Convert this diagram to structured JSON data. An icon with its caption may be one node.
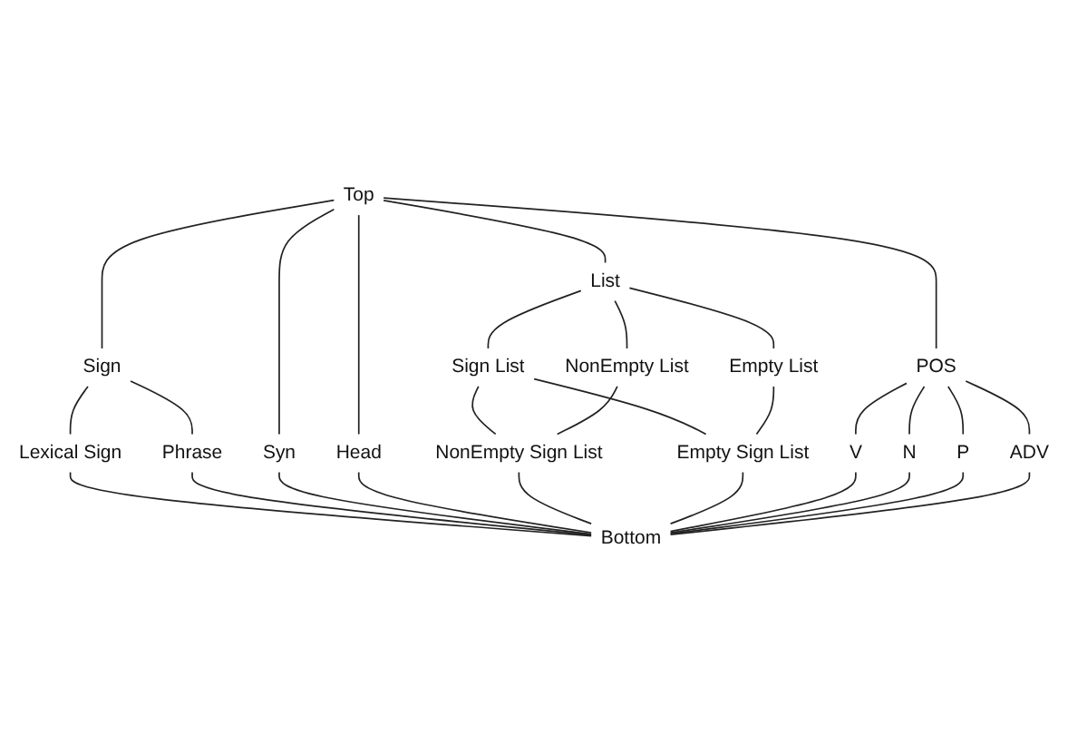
{
  "diagram": {
    "nodes": [
      {
        "text": [
          "Top"
        ]
      },
      {
        "text": [
          "Sign"
        ]
      },
      {
        "text": [
          "Syn"
        ]
      },
      {
        "text": [
          "Head"
        ]
      },
      {
        "text": [
          "List"
        ]
      },
      {
        "text": [
          "POS"
        ]
      },
      {
        "text": [
          "Lexical Sign"
        ]
      },
      {
        "text": [
          "Phrase"
        ]
      },
      {
        "text": [
          "Sign List"
        ]
      },
      {
        "text": [
          "NonEmpty List"
        ]
      },
      {
        "text": [
          "Empty List"
        ]
      },
      {
        "text": [
          "V"
        ]
      },
      {
        "text": [
          "N"
        ]
      },
      {
        "text": [
          "P"
        ]
      },
      {
        "text": [
          "ADV"
        ]
      },
      {
        "text": [
          "NonEmpty Sign List"
        ]
      },
      {
        "text": [
          "Empty Sign List"
        ]
      },
      {
        "text": [
          "Bottom"
        ]
      }
    ],
    "edges": [
      {
        "from": 0,
        "to": 1,
        "arrow": "none"
      },
      {
        "from": 0,
        "to": 2,
        "arrow": "none"
      },
      {
        "from": 0,
        "to": 3,
        "arrow": "none"
      },
      {
        "from": 0,
        "to": 4,
        "arrow": "none"
      },
      {
        "from": 0,
        "to": 5,
        "arrow": "none"
      },
      {
        "from": 1,
        "to": 6,
        "arrow": "none"
      },
      {
        "from": 1,
        "to": 7,
        "arrow": "none"
      },
      {
        "from": 4,
        "to": 8,
        "arrow": "none"
      },
      {
        "from": 4,
        "to": 9,
        "arrow": "none"
      },
      {
        "from": 4,
        "to": 10,
        "arrow": "none"
      },
      {
        "from": 5,
        "to": 11,
        "arrow": "none"
      },
      {
        "from": 5,
        "to": 12,
        "arrow": "none"
      },
      {
        "from": 5,
        "to": 13,
        "arrow": "none"
      },
      {
        "from": 5,
        "to": 14,
        "arrow": "none"
      },
      {
        "from": 8,
        "to": 15,
        "arrow": "none"
      },
      {
        "from": 8,
        "to": 16,
        "arrow": "none"
      },
      {
        "from": 9,
        "to": 15,
        "arrow": "none"
      },
      {
        "from": 10,
        "to": 16,
        "arrow": "none"
      },
      {
        "from": 6,
        "to": 17,
        "arrow": "none"
      },
      {
        "from": 7,
        "to": 17,
        "arrow": "none"
      },
      {
        "from": 2,
        "to": 17,
        "arrow": "none"
      },
      {
        "from": 3,
        "to": 17,
        "arrow": "none"
      },
      {
        "from": 15,
        "to": 17,
        "arrow": "none"
      },
      {
        "from": 16,
        "to": 17,
        "arrow": "none"
      },
      {
        "from": 11,
        "to": 17,
        "arrow": "none"
      },
      {
        "from": 12,
        "to": 17,
        "arrow": "none"
      },
      {
        "from": 13,
        "to": 17,
        "arrow": "none"
      },
      {
        "from": 14,
        "to": 17,
        "arrow": "none"
      }
    ]
  }
}
